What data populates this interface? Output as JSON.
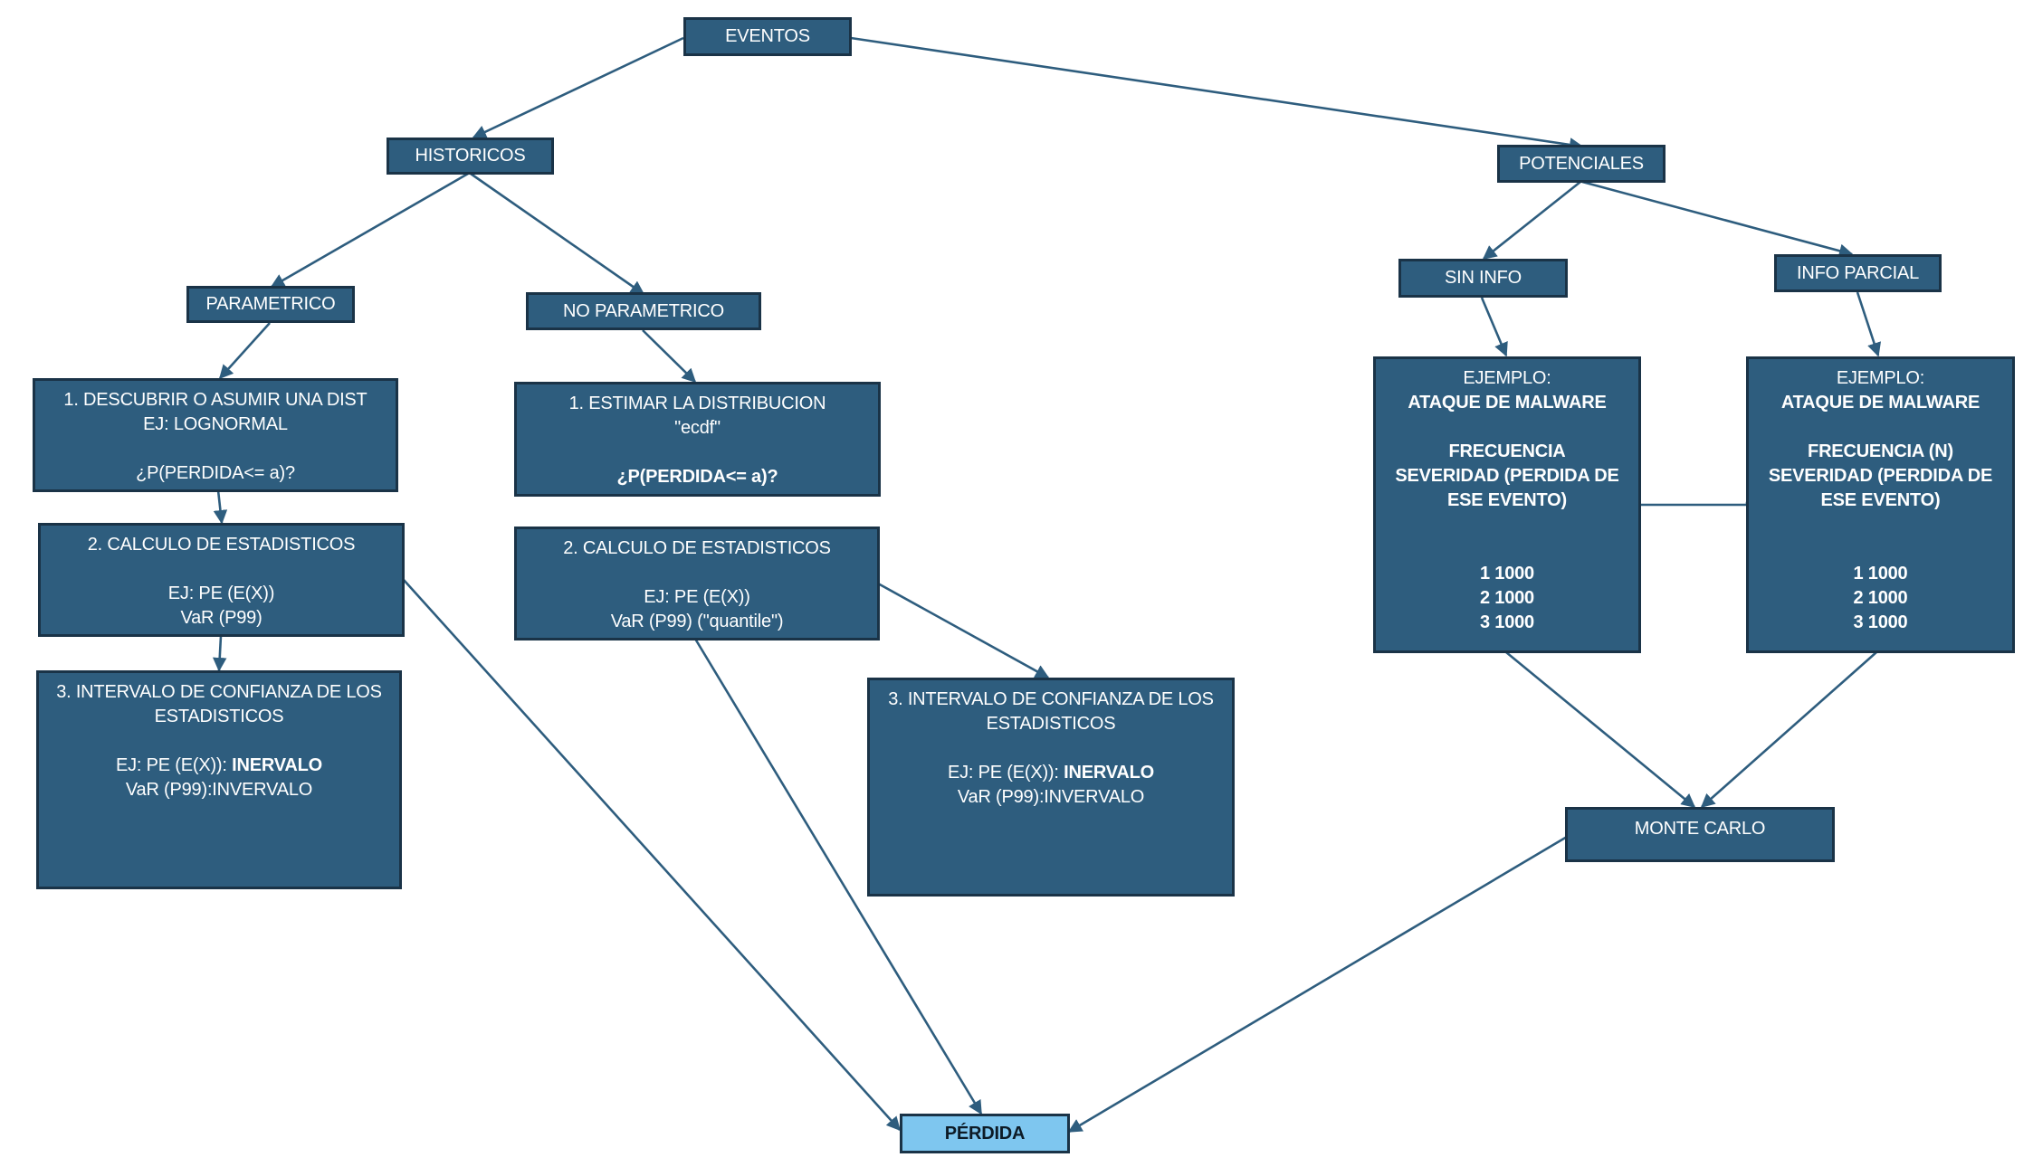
{
  "colors": {
    "node_fill": "#2e5d7e",
    "node_border": "#1a3347",
    "final_fill": "#7ec6ef",
    "edge": "#2e5d7e"
  },
  "nodes": {
    "eventos": "EVENTOS",
    "historicos": "HISTORICOS",
    "potenciales": "POTENCIALES",
    "parametrico": "PARAMETRICO",
    "no_parametrico": "NO PARAMETRICO",
    "sin_info": "SIN INFO",
    "info_parcial": "INFO PARCIAL",
    "monte_carlo": "MONTE CARLO",
    "perdida": "PÉRDIDA",
    "param_step1": {
      "line1": "1. DESCUBRIR O ASUMIR UNA DIST",
      "line2": "EJ: LOGNORMAL",
      "line3": "¿P(PERDIDA<= a)?"
    },
    "param_step2": {
      "line1": "2. CALCULO DE ESTADISTICOS",
      "line2": "EJ: PE (E(X))",
      "line3": "VaR (P99)"
    },
    "param_step3": {
      "line1": "3. INTERVALO DE CONFIANZA DE LOS",
      "line2": "ESTADISTICOS",
      "line3_prefix": "EJ: PE (E(X)): ",
      "line3_bold": "INERVALO",
      "line4": "VaR (P99):INVERVALO"
    },
    "nonparam_step1": {
      "line1": "1. ESTIMAR LA DISTRIBUCION",
      "line2": "\"ecdf\"",
      "line3": "¿P(PERDIDA<= a)?"
    },
    "nonparam_step2": {
      "line1": "2. CALCULO DE ESTADISTICOS",
      "line2": "EJ: PE (E(X))",
      "line3": "VaR (P99) (\"quantile\")"
    },
    "nonparam_step3": {
      "line1": "3. INTERVALO DE CONFIANZA DE LOS",
      "line2": "ESTADISTICOS",
      "line3_prefix": "EJ: PE (E(X)): ",
      "line3_bold": "INERVALO",
      "line4": "VaR (P99):INVERVALO"
    },
    "sin_info_example": {
      "line1": "EJEMPLO:",
      "line2": "ATAQUE DE MALWARE",
      "line3": "FRECUENCIA",
      "line4": "SEVERIDAD (PERDIDA DE",
      "line5": "ESE EVENTO)",
      "rows": [
        "1 1000",
        "2 1000",
        "3 1000"
      ]
    },
    "info_parcial_example": {
      "line1": "EJEMPLO:",
      "line2": "ATAQUE DE MALWARE",
      "line3": "FRECUENCIA (N)",
      "line4": "SEVERIDAD (PERDIDA DE",
      "line5": "ESE EVENTO)",
      "rows": [
        "1 1000",
        "2 1000",
        "3 1000"
      ]
    }
  }
}
